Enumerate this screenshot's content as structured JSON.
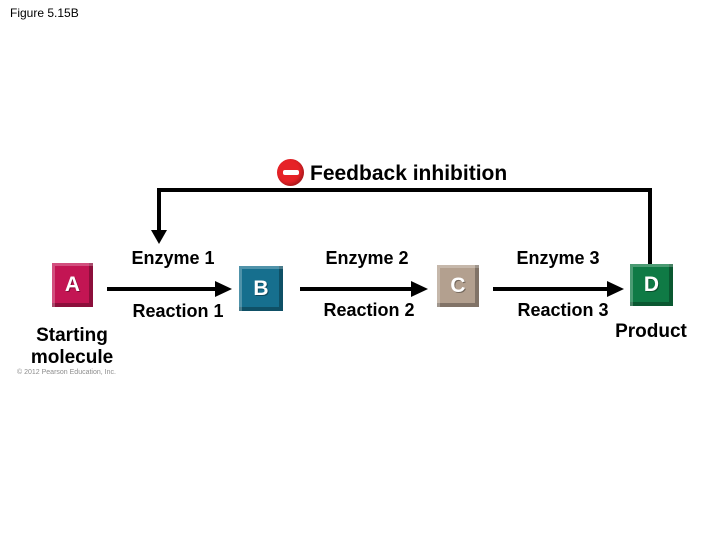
{
  "figure_label": "Figure 5.15B",
  "feedback": {
    "label": "Feedback inhibition",
    "icon": "minus-icon",
    "icon_color": "#e62227"
  },
  "pathway": {
    "molecules": [
      {
        "letter": "A",
        "caption": "Starting molecule",
        "color": "#c31553"
      },
      {
        "letter": "B",
        "caption": "",
        "color": "#166f8e"
      },
      {
        "letter": "C",
        "caption": "",
        "color": "#b3a08f"
      },
      {
        "letter": "D",
        "caption": "Product",
        "color": "#0f7a45"
      }
    ],
    "steps": [
      {
        "enzyme": "Enzyme 1",
        "reaction": "Reaction 1"
      },
      {
        "enzyme": "Enzyme 2",
        "reaction": "Reaction 2"
      },
      {
        "enzyme": "Enzyme 3",
        "reaction": "Reaction 3"
      }
    ],
    "line_color": "#000000"
  },
  "copyright": "© 2012 Pearson Education, Inc."
}
